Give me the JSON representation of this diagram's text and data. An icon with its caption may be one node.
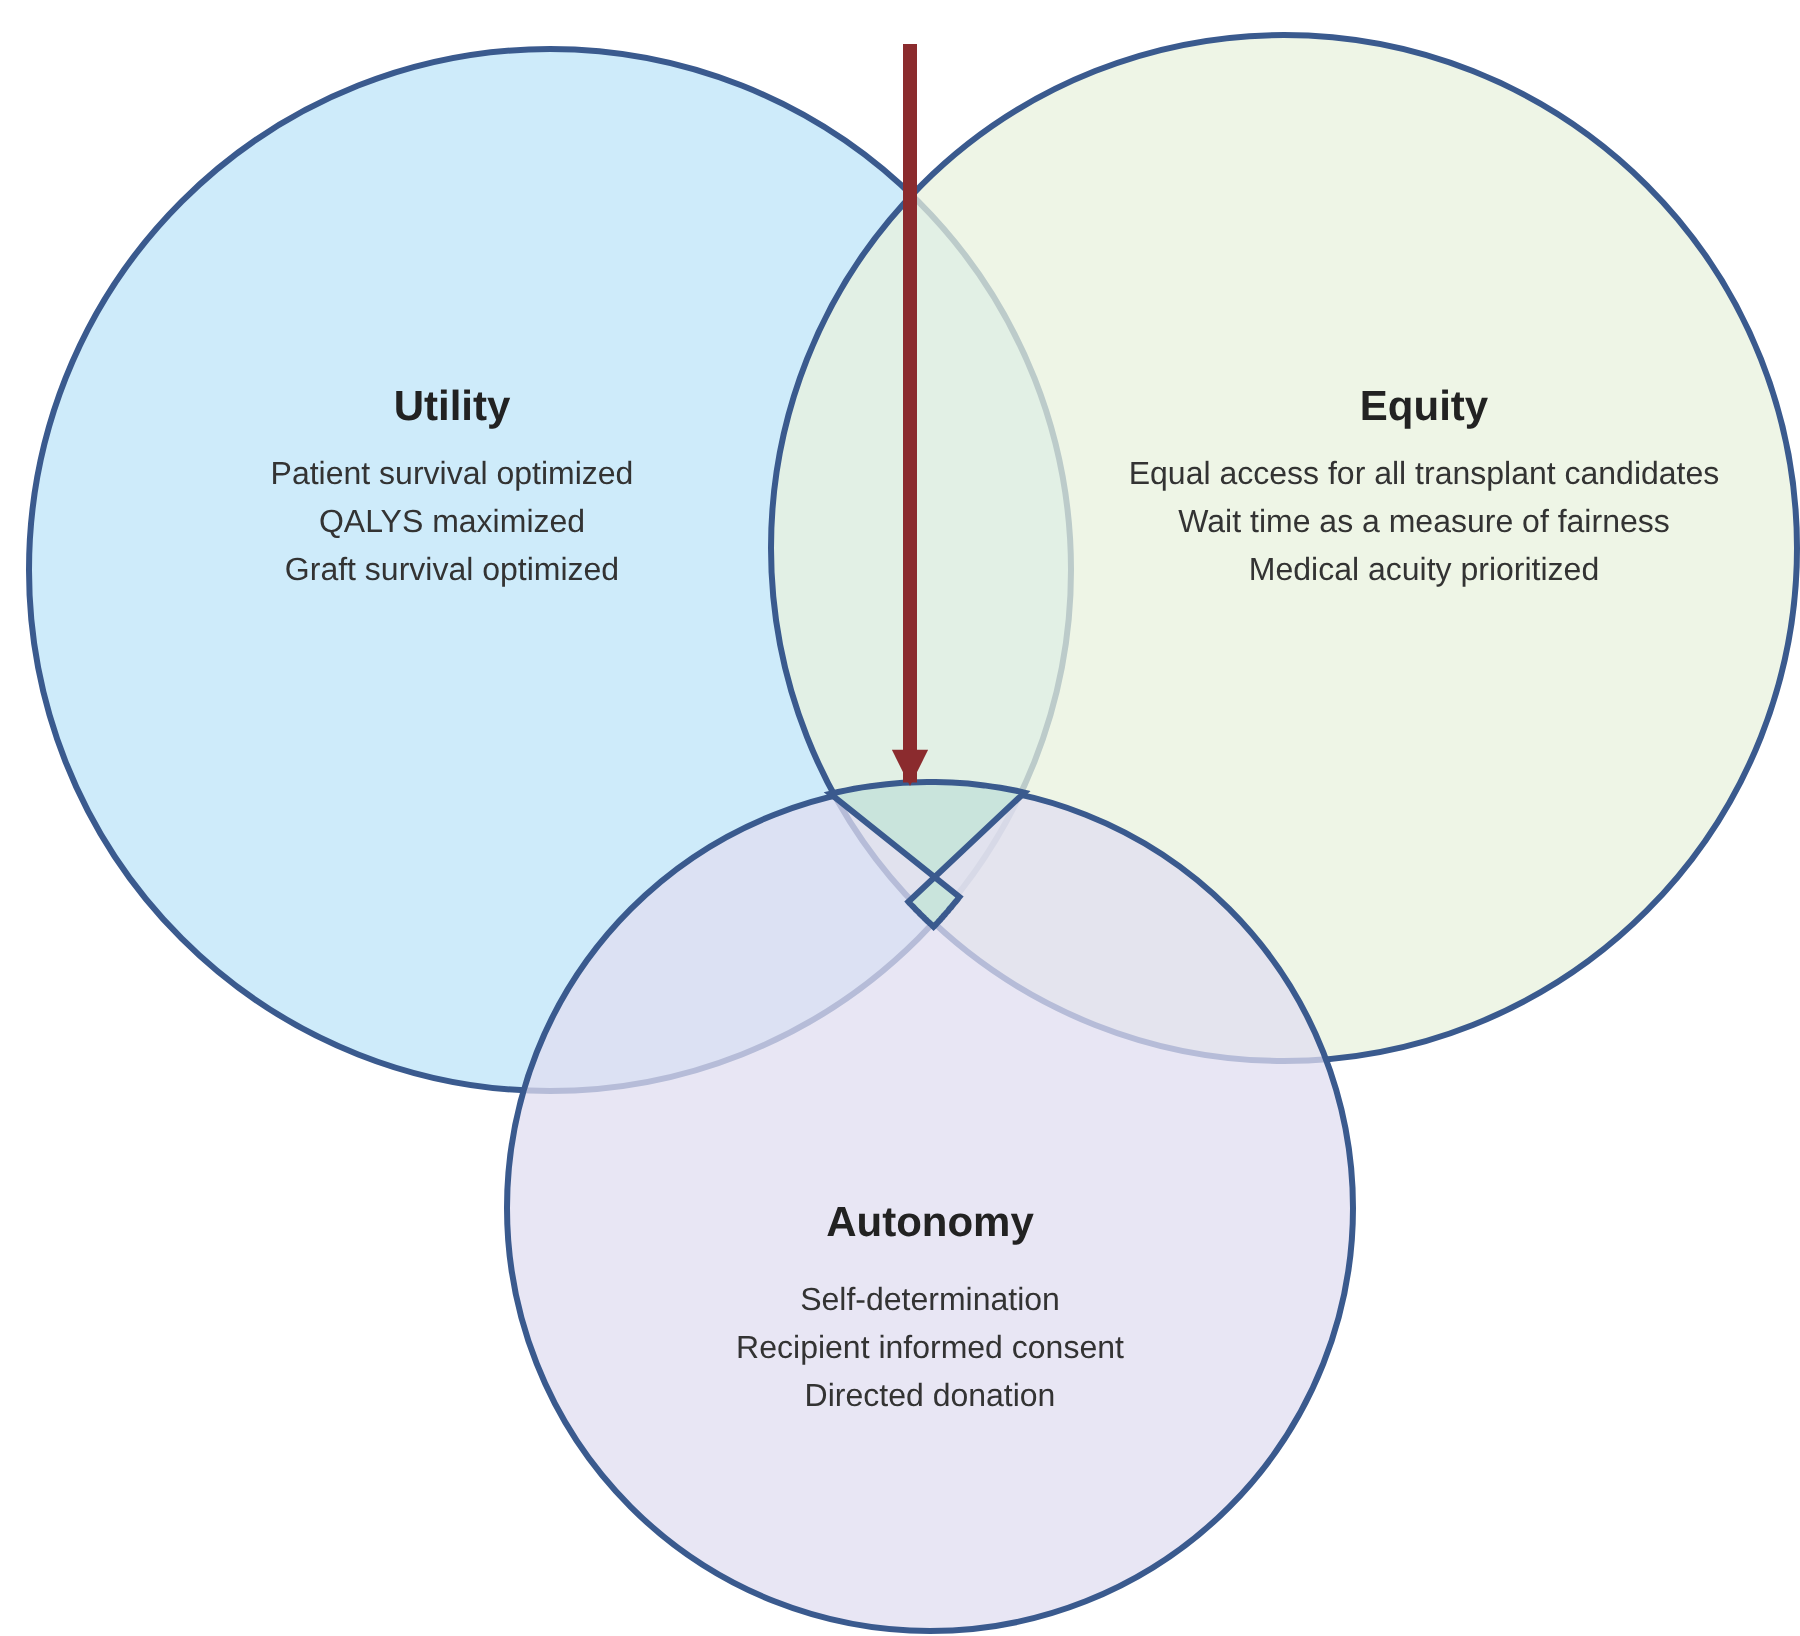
{
  "diagram": {
    "nodes": [
      {
        "text": [
          "Utility",
          "Patient survival optimized",
          "QALYS maximized",
          "Graft survival optimized"
        ]
      },
      {
        "text": [
          "Equity",
          "Equal access for all transplant candidates",
          "Wait time as a measure of fairness",
          "Medical acuity prioritized"
        ]
      },
      {
        "text": [
          "Autonomy",
          "Self-determination",
          "Recipient informed consent",
          "Directed donation"
        ]
      },
      {
        "text": [],
        "shape": "region"
      }
    ],
    "edges": [
      {
        "from": null,
        "to": 3,
        "arrow": "to"
      }
    ]
  }
}
